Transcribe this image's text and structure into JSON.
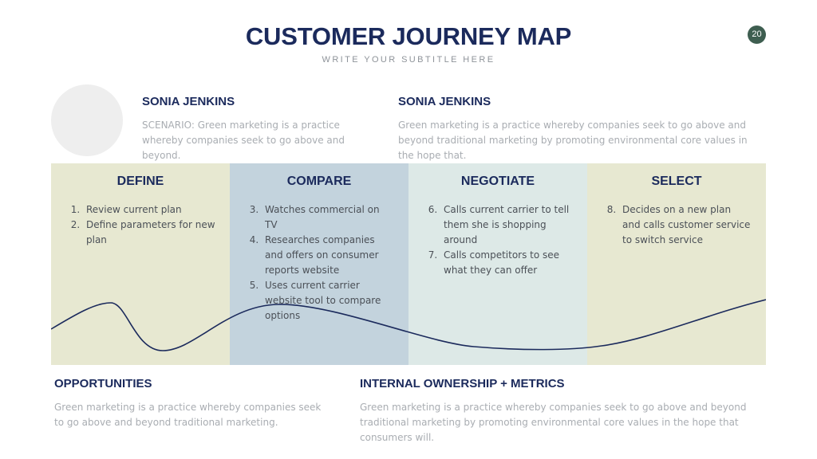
{
  "header": {
    "title": "CUSTOMER JOURNEY MAP",
    "subtitle": "WRITE YOUR SUBTITLE HERE",
    "page_number": "20"
  },
  "personas": [
    {
      "name": "SONIA JENKINS",
      "text": "SCENARIO: Green marketing is a practice whereby companies seek to go above and beyond."
    },
    {
      "name": "SONIA JENKINS",
      "text": "Green marketing is a practice whereby companies seek to go above and beyond traditional marketing by promoting environmental core values in the hope that."
    }
  ],
  "stages": [
    {
      "title": "DEFINE",
      "start": 1,
      "items": [
        "Review current plan",
        "Define parameters for new plan"
      ]
    },
    {
      "title": "COMPARE",
      "start": 3,
      "items": [
        "Watches commercial on TV",
        "Researches companies and offers on consumer reports website",
        "Uses current carrier website tool to compare options"
      ]
    },
    {
      "title": "NEGOTIATE",
      "start": 6,
      "items": [
        "Calls current carrier to tell them she is shopping around",
        "Calls competitors to see what they can offer"
      ]
    },
    {
      "title": "SELECT",
      "start": 8,
      "items": [
        "Decides on a new plan and calls customer service to switch service"
      ]
    }
  ],
  "bottom": {
    "opportunities": {
      "title": "OPPORTUNITIES",
      "text": "Green marketing is a practice whereby companies seek to go above and beyond traditional marketing."
    },
    "ownership": {
      "title": "INTERNAL OWNERSHIP + METRICS",
      "text": "Green marketing is a practice whereby companies seek to go above and beyond traditional marketing by promoting environmental core values in the hope that consumers will."
    }
  },
  "colors": {
    "title": "#1b2a5c",
    "define_bg": "#e7e8d1",
    "compare_bg": "#c3d3dd",
    "negotiate_bg": "#dde9e7",
    "select_bg": "#e7e8d1",
    "page_badge": "#3e5e50",
    "curve": "#1b2a5c"
  }
}
